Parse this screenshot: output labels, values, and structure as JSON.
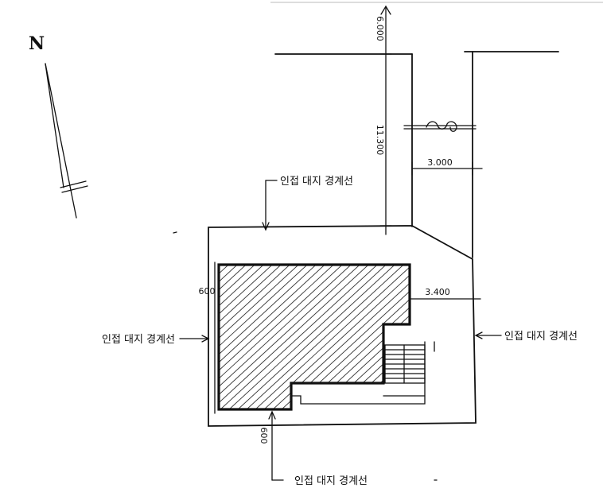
{
  "north_label": "N",
  "dimensions": {
    "top_offset": "6.000",
    "road_to_boundary": "11.300",
    "road_width": "3.000",
    "east_setback": "3.400",
    "west_setback": "600",
    "south_setback": "600"
  },
  "boundary_labels": {
    "north": "인접 대지 경계선",
    "west": "인접 대지 경계선",
    "east": "인접 대지 경계선",
    "south": "인접 대지 경계선"
  }
}
